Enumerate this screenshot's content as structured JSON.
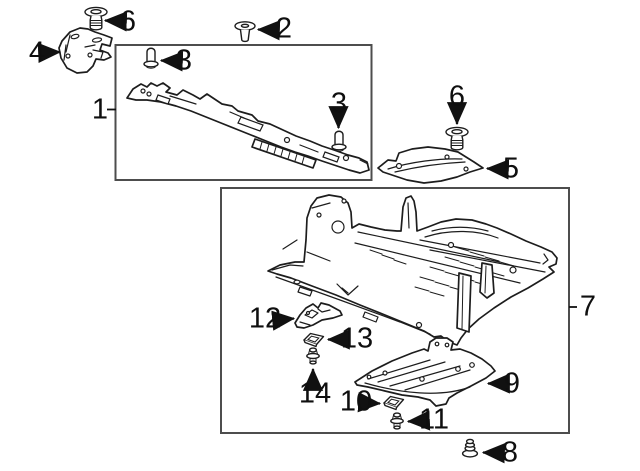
{
  "diagram": {
    "type": "exploded-parts-diagram",
    "background_color": "#ffffff",
    "line_color": "#1d1d1d",
    "group_box_color": "#4d4d4d",
    "label_color": "#0f0f0f",
    "callouts": {
      "n1": "1",
      "n2": "2",
      "n3": "3",
      "n4": "4",
      "n5": "5",
      "n6": "6",
      "n7": "7",
      "n8": "8",
      "n9": "9",
      "n10": "10",
      "n11": "11",
      "n12": "12",
      "n13": "13",
      "n14": "14"
    }
  }
}
